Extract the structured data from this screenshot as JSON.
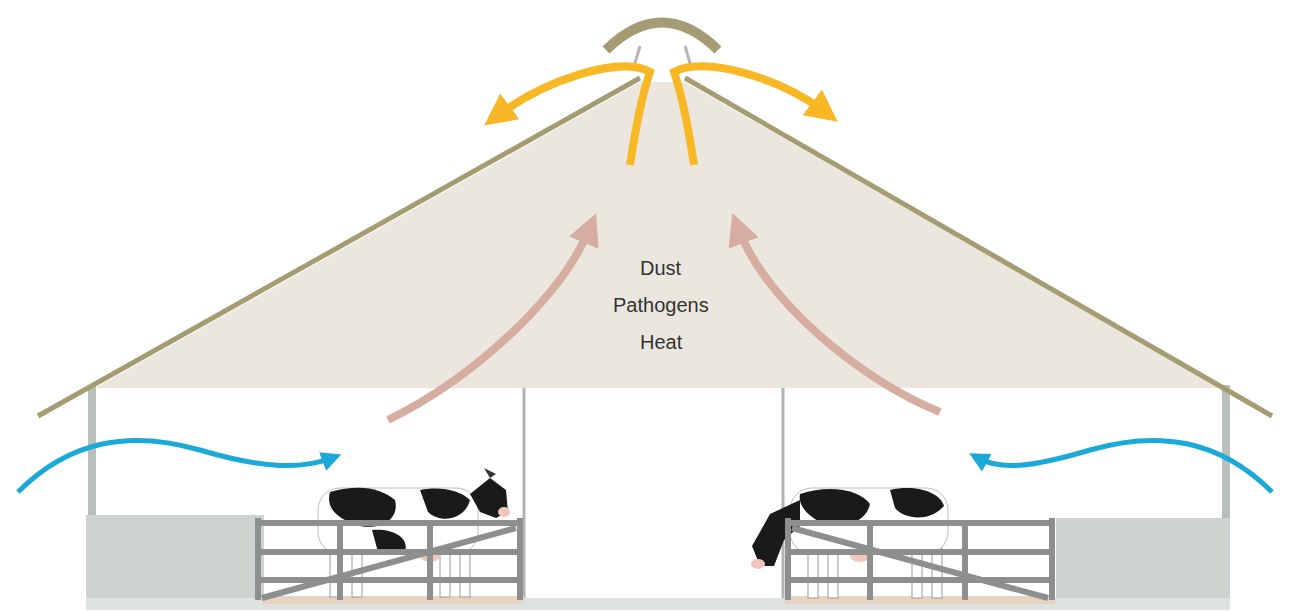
{
  "diagram": {
    "labels": [
      "Dust",
      "Pathogens",
      "Heat"
    ]
  }
}
